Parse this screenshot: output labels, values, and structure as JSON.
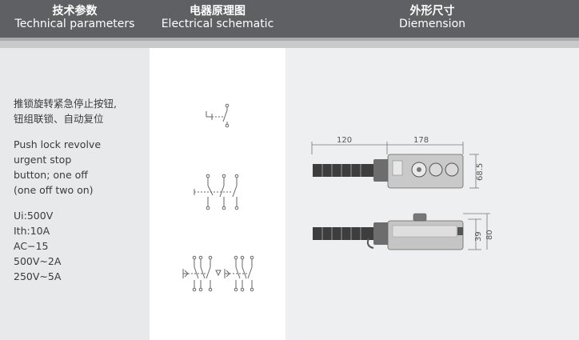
{
  "header": {
    "col1": {
      "zh": "技术参数",
      "en": "Technical parameters"
    },
    "col2": {
      "zh": "电器原理图",
      "en": "Electrical schematic"
    },
    "col3": {
      "zh": "外形尺寸",
      "en": "Diemension"
    }
  },
  "params": {
    "zh_line1": "推锁旋转紧急停止按钮,",
    "zh_line2": "钮组联锁、自动复位",
    "en_lines": [
      "Push lock revolve",
      "urgent stop",
      "button; one off",
      "(one off two on)"
    ],
    "spec_lines": [
      "Ui:500V",
      "Ith:10A",
      "AC−15",
      "500V~2A",
      "250V~5A"
    ]
  },
  "dimensions": {
    "cable_length": "120",
    "body_length": "178",
    "front_height": "68.5",
    "side_height_inner": "39",
    "side_height_outer": "80"
  },
  "colors": {
    "header_bg": "#5f6063",
    "body_bg": "#e8e9ea",
    "panel_white": "#ffffff",
    "line": "#6a6a6a"
  }
}
